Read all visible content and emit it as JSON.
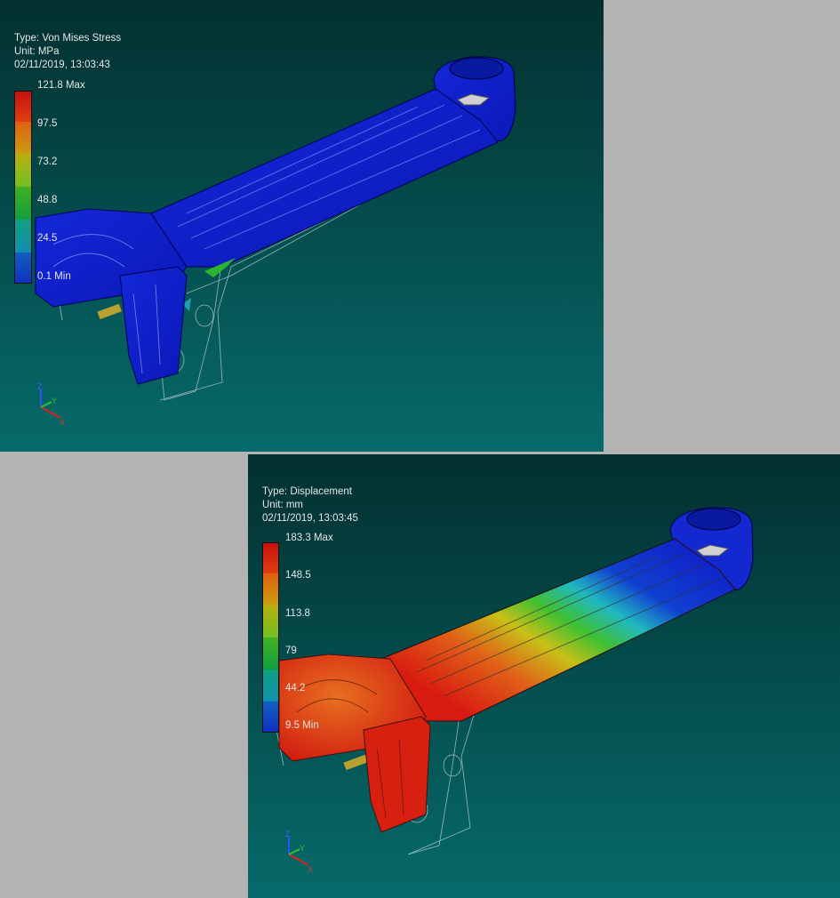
{
  "views": [
    {
      "type": "Type: Von Mises Stress",
      "unit": "Unit: MPa",
      "timestamp": "02/11/2019, 13:03:43",
      "legend": [
        "121.8 Max",
        "97.5",
        "73.2",
        "48.8",
        "24.5",
        "0.1 Min"
      ]
    },
    {
      "type": "Type: Displacement",
      "unit": "Unit: mm",
      "timestamp": "02/11/2019, 13:03:45",
      "legend": [
        "183.3 Max",
        "148.5",
        "113.8",
        "79",
        "44.2",
        "9.5 Min"
      ]
    }
  ],
  "legend_colors": [
    "#e02010",
    "#d08a10",
    "#a8c020",
    "#20b030",
    "#20a0a0",
    "#1060d0",
    "#1020c0"
  ],
  "axis_labels": {
    "z": "Z",
    "y": "Y",
    "x": "X"
  }
}
